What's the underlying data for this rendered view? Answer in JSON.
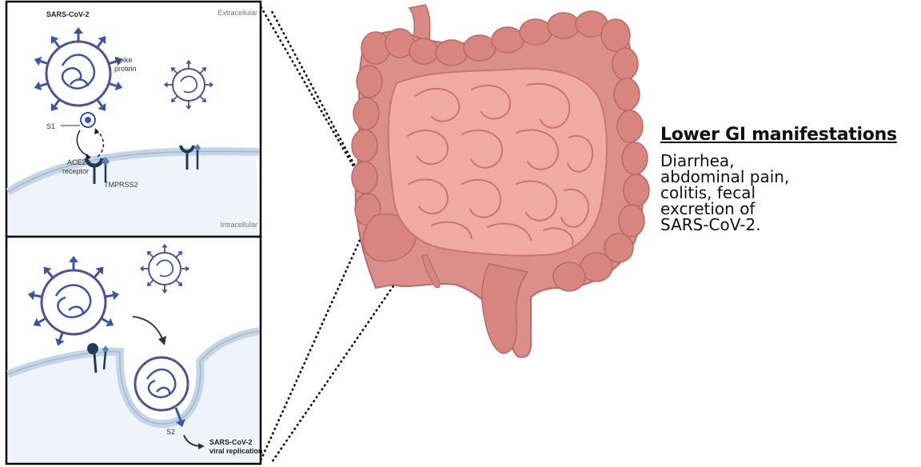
{
  "top_panel": {
    "virus_label": "SARS-CoV-2",
    "extracellular_label": "Extracellular",
    "intracellular_label": "Intracellular",
    "spike_label_line1": "Spike",
    "spike_label_line2": "protein",
    "s1_label": "S1",
    "ace2_label_line1": "ACE2",
    "ace2_label_line2": "receptor",
    "tmprss2_label": "TMPRSS2"
  },
  "bottom_panel": {
    "s2_label": "S2",
    "replication_line1": "SARS-CoV-2",
    "replication_line2": "viral replication"
  },
  "manifestations": {
    "title": "Lower GI manifestations",
    "lines": [
      "Diarrhea,",
      "abdominal pain,",
      "colitis, fecal",
      "excretion of",
      "SARS-CoV-2."
    ]
  },
  "colors": {
    "intestine_fill": "#dc8f8a",
    "small_intestine_fill": "#f0aba0",
    "virus_blue": "#3a55a8",
    "spike_red": "#c23b3b",
    "membrane_blue": "#c4d6e6",
    "cell_fill": "#eef4fa"
  }
}
